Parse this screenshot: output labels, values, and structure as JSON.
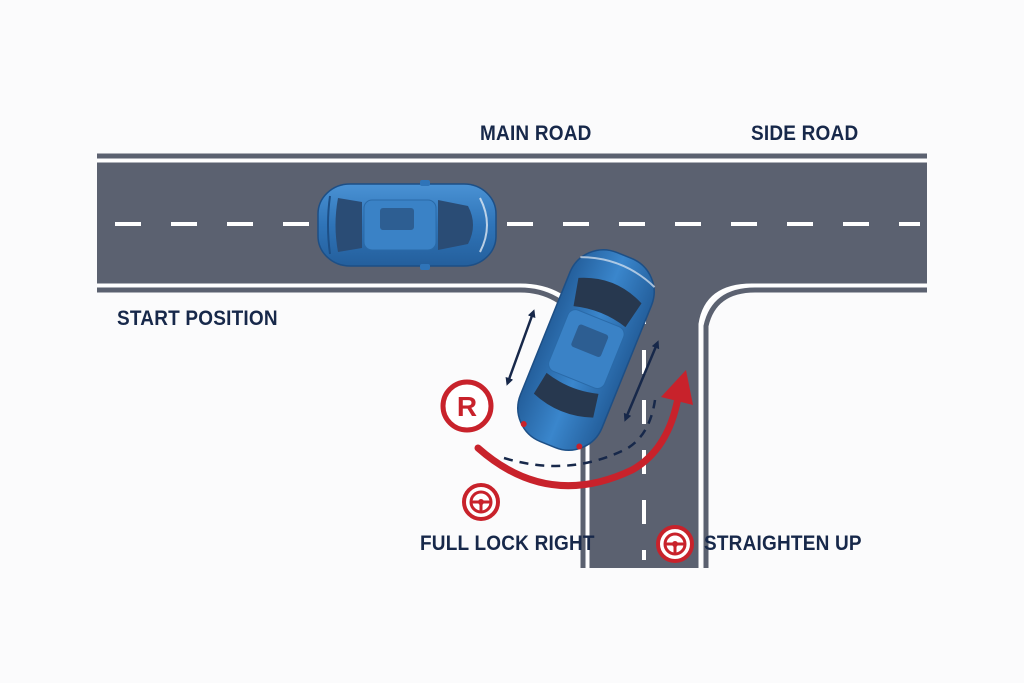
{
  "labels": {
    "main_road": "MAIN ROAD",
    "side_road": "SIDE ROAD",
    "start_position": "START POSITION",
    "full_lock_right": "FULL LOCK RIGHT",
    "straighten_up": "STRAIGHTEN UP"
  },
  "reverse_badge": {
    "letter": "R"
  },
  "icons": {
    "reverse_gear": "reverse-gear-icon",
    "steering_wheel_full_lock": "steering-wheel-icon",
    "steering_wheel_straighten": "steering-wheel-icon",
    "turn_arrow": "curved-arrow-icon",
    "clearance_arrows": "double-arrow-icon"
  },
  "colors": {
    "background": "#fbfbfc",
    "road": "#5b6170",
    "road_markings": "#ffffff",
    "car_body": "#2f74b8",
    "car_glass": "#27384f",
    "accent_red": "#c8222b",
    "text": "#17284a"
  }
}
